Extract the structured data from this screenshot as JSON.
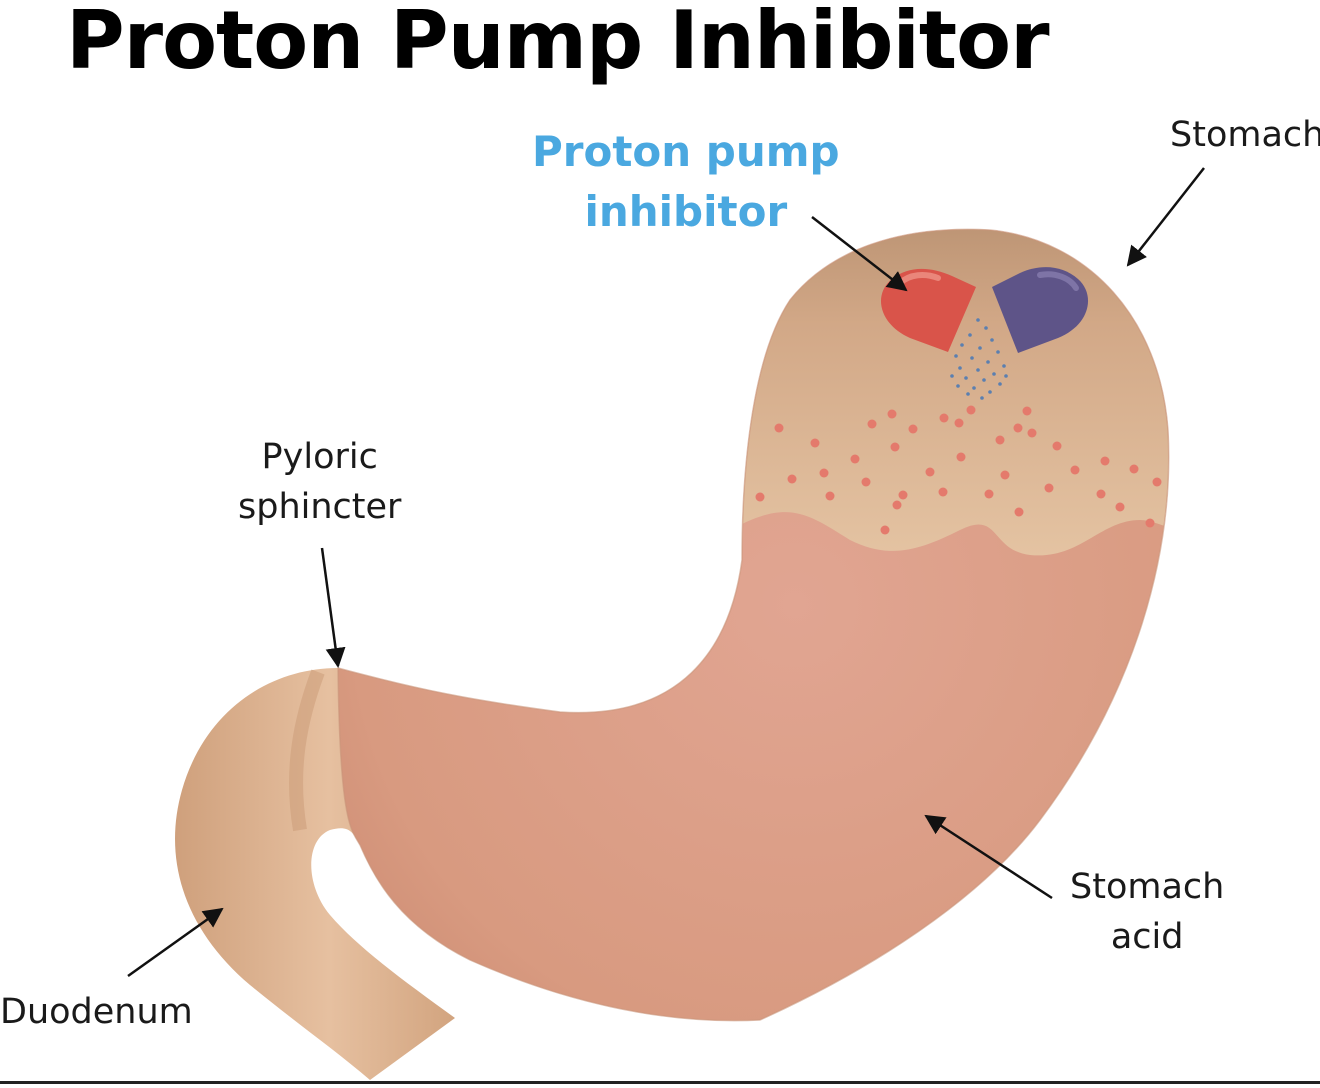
{
  "title": "Proton Pump Inhibitor",
  "labels": {
    "ppi": [
      "Proton pump",
      "inhibitor"
    ],
    "stomach": "Stomach",
    "pyloric": [
      "Pyloric",
      "sphincter"
    ],
    "stomach_acid": [
      "Stomach",
      "acid"
    ],
    "duodenum": "Duodenum"
  },
  "colors": {
    "ppi_label": "#4aa8e0",
    "capsule_red": "#d9544a",
    "capsule_purple": "#5e5488",
    "stomach_upper": "#d8b08c",
    "stomach_acid": "#dc9a82",
    "duodenum": "#d6a982",
    "acid_dots": "#e47a6c",
    "granules": "#5b7fb0"
  }
}
